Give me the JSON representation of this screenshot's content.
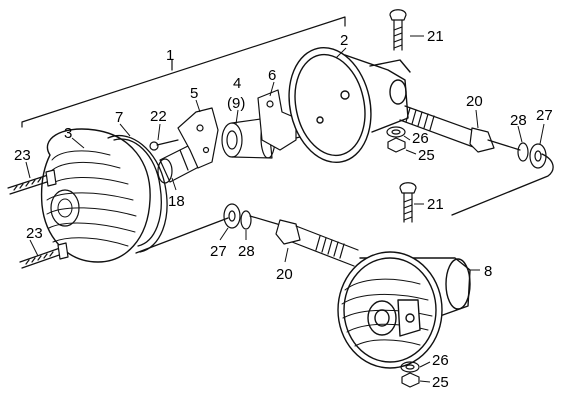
{
  "diagram": {
    "callouts": {
      "p1": "1",
      "p2": "2",
      "p3": "3",
      "p4": "4",
      "p4_alt": "(9)",
      "p5": "5",
      "p6": "6",
      "p7": "7",
      "p8": "8",
      "p18": "18",
      "p20_upper": "20",
      "p20_lower": "20",
      "p21_upper": "21",
      "p21_lower": "21",
      "p22": "22",
      "p23_upper": "23",
      "p23_lower": "23",
      "p25_upper": "25",
      "p25_lower": "25",
      "p26_upper": "26",
      "p26_lower": "26",
      "p27_upper": "27",
      "p27_lower": "27",
      "p28_upper": "28",
      "p28_lower": "28"
    }
  }
}
